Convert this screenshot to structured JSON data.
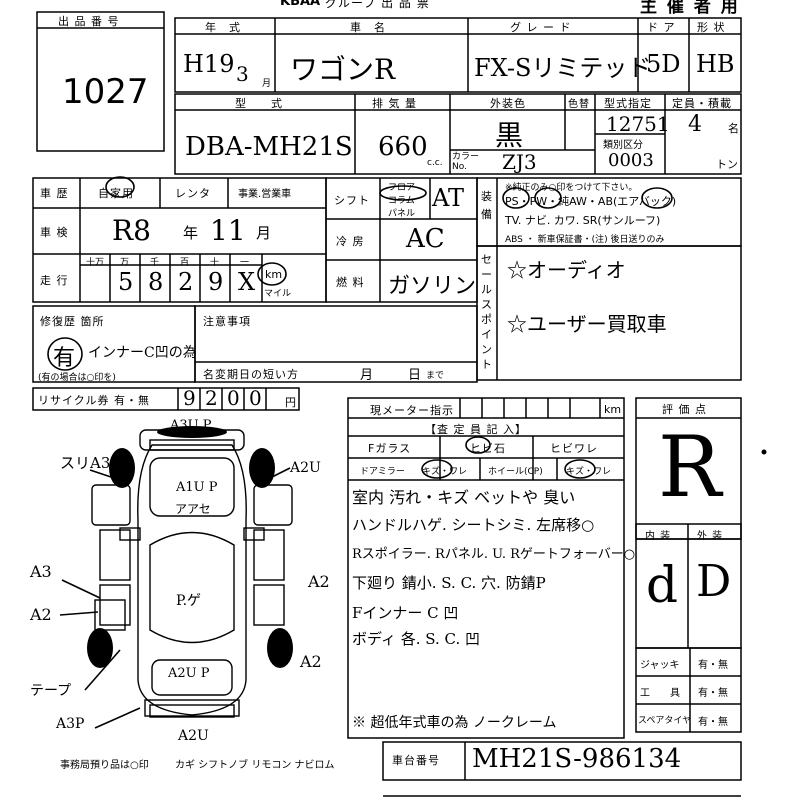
{
  "header": {
    "logo": "KBAA",
    "logo_sub": "グループ 出 品 票",
    "organizer": "主 催 者 用"
  },
  "lot": {
    "label": "出 品 番 号",
    "number": "1027"
  },
  "vehicle": {
    "year_label": "年　式",
    "year_era": "H19",
    "year_month": "3",
    "month_unit": "月",
    "name_label": "車　名",
    "name": "ワゴンR",
    "grade_label": "グ レ ー ド",
    "grade": "FX-Sリミテッド",
    "doors_label": "ド ア",
    "doors": "5D",
    "shape_label": "形 状",
    "shape": "HB",
    "model_label": "型　　式",
    "model": "DBA-MH21S",
    "displacement_label": "排 気 量",
    "displacement": "660",
    "cc_unit": "c.c.",
    "ext_color_label": "外装色",
    "ext_color": "黒",
    "color_no_label": "色替",
    "color_code_label": "カラー No.",
    "color_code": "ZJ3",
    "type_designation_label": "型式指定",
    "type_designation": "12751",
    "class_label": "類別区分",
    "class_code": "0003",
    "capacity_label": "定員・積載",
    "capacity": "4",
    "capacity_unit": "名",
    "load_unit": "トン"
  },
  "history": {
    "label": "車 歴",
    "options": [
      "自家用",
      "レンタ",
      "事業.営業車"
    ],
    "shaken_label": "車 検",
    "shaken_era": "R8",
    "shaken_year_unit": "年",
    "shaken_month": "11",
    "shaken_month_unit": "月",
    "mileage_label": "走 行",
    "mileage_digits_labels": [
      "十万",
      "万",
      "千",
      "百",
      "十",
      "一"
    ],
    "mileage_digits": [
      "",
      "5",
      "8",
      "2",
      "9",
      "X"
    ],
    "mileage_unit": "km",
    "mileage_mile": "マイル"
  },
  "specs": {
    "shift_label": "シフト",
    "shift_options": [
      "フロア",
      "コラム",
      "パネル"
    ],
    "shift": "AT",
    "aircon_label": "冷 房",
    "aircon": "AC",
    "fuel_label": "燃 料",
    "fuel": "ガソリン"
  },
  "equipment": {
    "label": "装備",
    "note": "※純正のみ○印をつけて下さい。",
    "line1": "PS・PW・純AW・AB(エアバック)",
    "line2": "TV. ナビ. カワ. SR(サンルーフ)",
    "line3": "ABS ・ 新車保証書・(注) 後日送りのみ"
  },
  "sales_point": {
    "label": "セールスポイント",
    "items": [
      "☆オーディオ",
      "☆ユーザー買取車"
    ]
  },
  "repair": {
    "label": "修復歴 箇所",
    "status": "有",
    "note": "(有の場合は○印を)",
    "detail": "インナーC凹の為"
  },
  "caution": {
    "label": "注意事項",
    "deadline_label": "名変期日の短い方",
    "month": "月",
    "day": "日",
    "suffix": "まで"
  },
  "recycle": {
    "label": "リサイクル券 有・無",
    "digits": [
      "9",
      "2",
      "0",
      "0"
    ],
    "unit": "円"
  },
  "meter": {
    "label": "現メーター指示",
    "unit": "km"
  },
  "inspector": {
    "header": "【査 定 員 記 入】",
    "cells": [
      "Fガラス",
      "ヒビ石",
      "ヒビワレ",
      "ドアミラー",
      "キズ・ワレ",
      "ホイール(CP)",
      "キズ・ワレ"
    ],
    "notes": [
      "室内 汚れ・キズ ベットや 臭い",
      "ハンドルハゲ. シートシミ. 左席移○",
      "Rスポイラー. Rパネル. U. Rゲートフォーバー○",
      "下廻り 錆小. S. C. 穴. 防錆P",
      "Fインナー C 凹",
      "ボディ 各. S. C. 凹",
      "※ 超低年式車の為 ノークレーム"
    ]
  },
  "diagram_marks": [
    "A3U P",
    "スリA3",
    "A2U",
    "A3",
    "A2",
    "A2",
    "A2",
    "テープ",
    "A3P",
    "A2U",
    "A1U P",
    "アアセ",
    "P.ゲ",
    "A2U P"
  ],
  "evaluation": {
    "label": "評 価 点",
    "score": "R",
    "interior_label": "内 装",
    "exterior_label": "外 装",
    "interior": "d",
    "exterior": "D",
    "tools": [
      {
        "label": "ジャッキ",
        "value": "有・無"
      },
      {
        "label": "工　　具",
        "value": "有・無"
      },
      {
        "label": "スペアタイヤ",
        "value": "有・無"
      }
    ]
  },
  "footer": {
    "office_label": "事務局預り品は○印",
    "items": "カギ シフトノブ リモコン ナビロム",
    "chassis_label": "車台番号",
    "chassis": "MH21S-986134"
  }
}
